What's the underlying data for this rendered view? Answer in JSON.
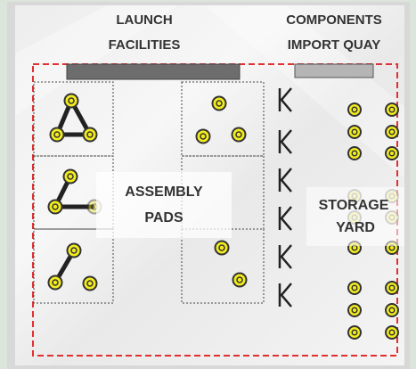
{
  "labels": {
    "launch_line1": "LAUNCH",
    "launch_line2": "FACILITIES",
    "components_line1": "COMPONENTS",
    "components_line2": "IMPORT QUAY",
    "assembly_line1": "ASSEMBLY",
    "assembly_line2": "PADS",
    "storage_line1": "STORAGE",
    "storage_line2": "YARD"
  },
  "colors": {
    "outer_frame": "#d8d8d8",
    "panel_background": "#f2f2f2",
    "boundary_dash": "#e03030",
    "launch_bar": "#6d6d6d",
    "quay_bar": "#b5b5b5",
    "pad_dash": "#444444",
    "node_fill": "#f2ec1f",
    "node_stroke": "#333333",
    "gate_stroke": "#222222"
  },
  "icons": {
    "node": "yellow-ring-node-icon",
    "gate": "gate-bracket-icon"
  }
}
